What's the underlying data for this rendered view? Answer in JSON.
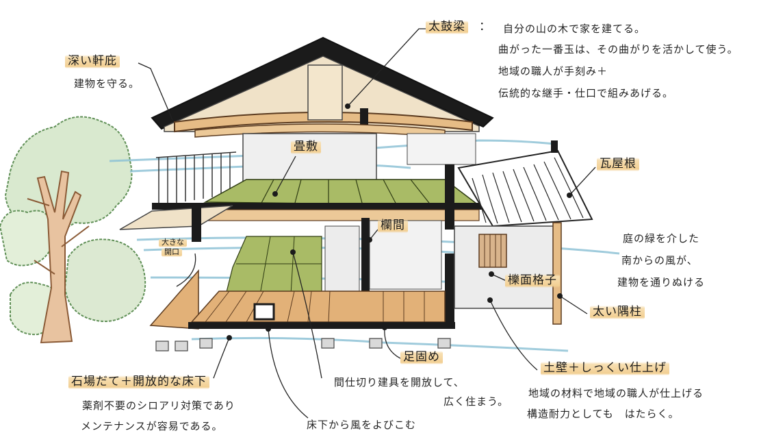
{
  "labels": {
    "taikobari": "太鼓梁",
    "taikobari_colon": "：",
    "taikobari_desc": [
      "自分の山の木で家を建てる。",
      "曲がった一番玉は、その曲がりを活かして使う。",
      "地域の職人が手刻み＋",
      "伝統的な継手・仕口で組みあげる。"
    ],
    "fukai_nokiide": "深い軒庇",
    "fukai_nokiide_desc": "建物を守る。",
    "tatami": "畳敷",
    "kawarayane": "瓦屋根",
    "ranma": "欄間",
    "ookina_kaikou": [
      "大きな",
      "開口"
    ],
    "niwa_desc": [
      "庭の緑を介した",
      "南からの風が、",
      "建物を通りぬける"
    ],
    "men_koushi": "櫟面格子",
    "futoi_sumibashira": "太い隅柱",
    "ashigatame": "足固め",
    "tsuchikabe": "土壁＋しっくい仕上げ",
    "tsuchikabe_desc": [
      "地域の材料で地域の職人が仕上げる",
      "構造耐力としても　はたらく。"
    ],
    "ishiba": "石場だて＋開放的な床下",
    "ishiba_desc": [
      "薬剤不要のシロアリ対策であり",
      "メンテナンスが容易である。"
    ],
    "majikiri_desc": [
      "間仕切り建具を開放して、",
      "広く住まう。"
    ],
    "yukashita_kaze": "床下から風をよびこむ"
  },
  "colors": {
    "roof_black": "#1b1b1b",
    "beam_wood": "#e6bc86",
    "tatami_green": "#9fb35c",
    "floor_wood": "#e2b178",
    "wind_blue": "#8fc3d6",
    "tree_green": "#7fae6b",
    "trunk": "#c98a58",
    "highlight": "#f2cf93"
  }
}
